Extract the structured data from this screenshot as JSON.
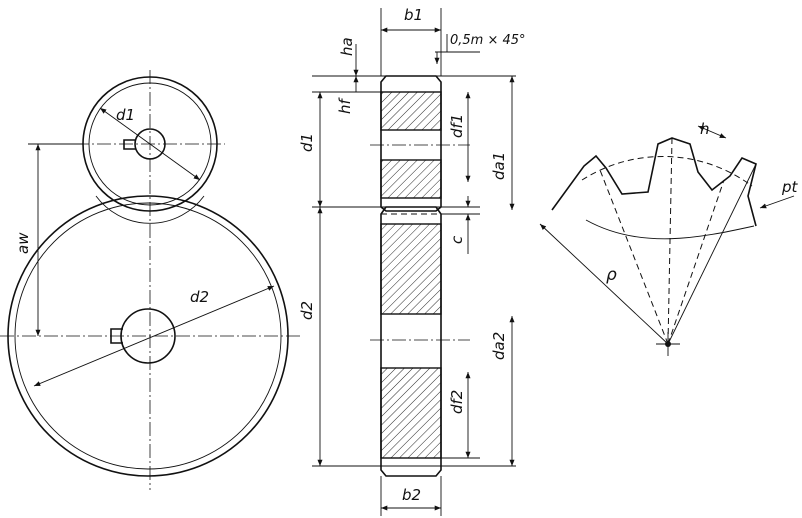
{
  "diagram": {
    "labels": {
      "d1_left": "d1",
      "d2_left": "d2",
      "aw": "aw",
      "b1": "b1",
      "b2": "b2",
      "chamfer": "0,5m × 45°",
      "ha": "ha",
      "hf": "hf",
      "d1_mid": "d1",
      "d2_mid": "d2",
      "df1": "df1",
      "da1": "da1",
      "c": "c",
      "da2": "da2",
      "df2": "df2",
      "h": "h",
      "pt": "pt",
      "rho": "ρ"
    }
  }
}
